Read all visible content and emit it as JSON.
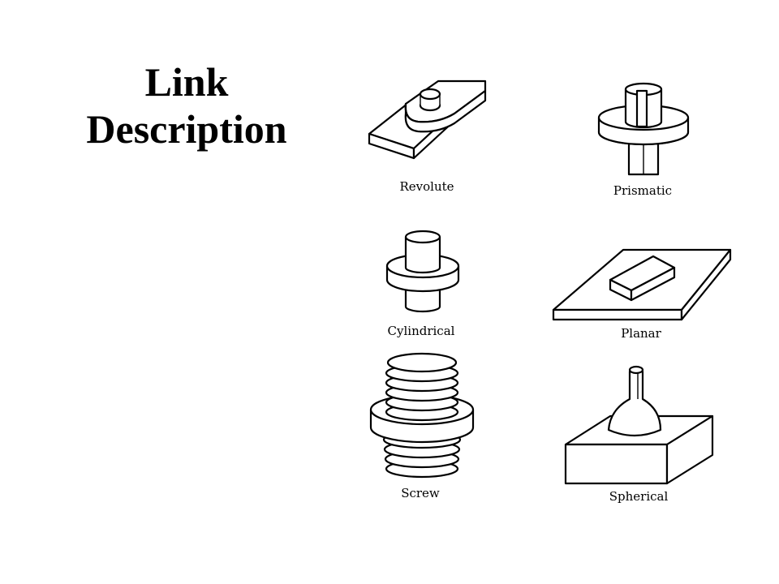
{
  "slide": {
    "title_line1": "Link",
    "title_line2": "Description"
  },
  "joints": [
    {
      "id": "revolute",
      "label": "Revolute"
    },
    {
      "id": "prismatic",
      "label": "Prismatic"
    },
    {
      "id": "cylindrical",
      "label": "Cylindrical"
    },
    {
      "id": "planar",
      "label": "Planar"
    },
    {
      "id": "screw",
      "label": "Screw"
    },
    {
      "id": "spherical",
      "label": "Spherical"
    }
  ]
}
